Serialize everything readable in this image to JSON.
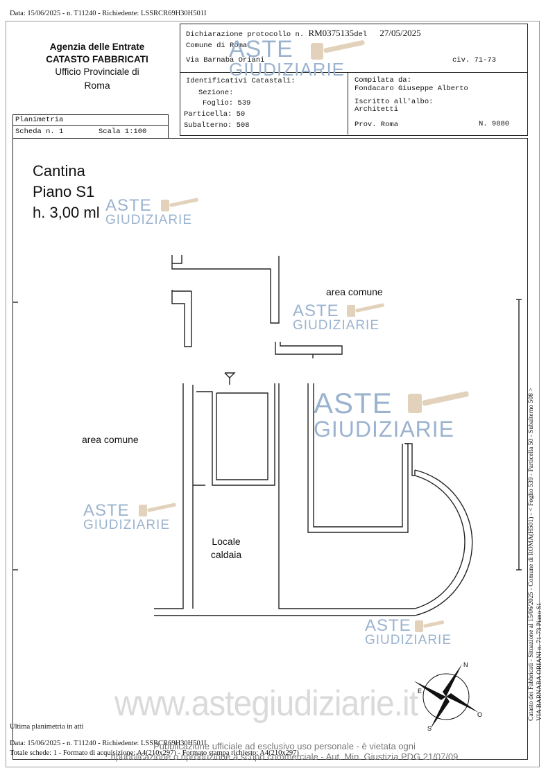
{
  "top_line": "Data: 15/06/2025 - n. T11240 - Richiedente: LSSRCR69H30H501I",
  "agency": {
    "line1": "Agenzia delle Entrate",
    "line2": "CATASTO FABBRICATI",
    "line3": "Ufficio Provinciale di",
    "line4": "Roma"
  },
  "declaration": {
    "protocol_label": "Dichiarazione protocollo n.",
    "protocol_number": "RM0375135",
    "del_label": "del",
    "date": "27/05/2025",
    "comune": "Comune di Roma",
    "address": "Via Barnaba Oriani",
    "civ": "civ. 71-73"
  },
  "identifiers": {
    "label": "Identificativi Catastali:",
    "sezione": "Sezione:",
    "foglio": "Foglio: 539",
    "particella": "Particella: 50",
    "subalterno": "Subalterno: 508"
  },
  "compiler": {
    "label": "Compilata da:",
    "name": "Fondacaro Giuseppe Alberto",
    "albo_label": "Iscritto all'albo:",
    "albo": "Architetti",
    "prov": "Prov. Roma",
    "number": "N. 9880"
  },
  "planimetria": {
    "title": "Planimetria",
    "scheda": "Scheda n. 1",
    "scala": "Scala 1:100"
  },
  "plan": {
    "cantina": "Cantina",
    "piano": "Piano S1",
    "height": "h. 3,00 ml",
    "area_comune_top": "area comune",
    "area_comune_left": "area comune",
    "locale_line1": "Locale",
    "locale_line2": "caldaia"
  },
  "compass": {
    "n": "N",
    "e": "E",
    "o": "O",
    "s": "S"
  },
  "side_text": {
    "line1": "Catasto dei Fabbricati - Situazione al 15/06/2025 - Comune di ROMA(H501) - < Foglio 539 - Particella 50 - Subalterno 508 >",
    "line2": "VIA BARNABA ORIANI n. 71-73 Piano S1"
  },
  "footer": {
    "ultima": "Ultima planimetria in atti",
    "data": "Data: 15/06/2025 - n. T11240 - Richiedente: LSSRCR69H30H501I",
    "totale": "Totale schede: 1 - Formato di acquisizione: A4(210x297) - Formato stampa richiesto: A4(210x297)"
  },
  "watermark": {
    "aste": "ASTE",
    "giudiziarie": "GIUDIZIARIE",
    "site": "www.astegiudiziarie.it",
    "disclaimer1": "Pubblicazione ufficiale ad esclusivo uso personale - è vietata ogni",
    "disclaimer2": "ripubblicazione o riproduzione a scopo commerciale - Aut. Min. Giustizia PDG 21/07/09"
  },
  "colors": {
    "watermark_blue": "#9bb3cf",
    "line": "#222222"
  }
}
